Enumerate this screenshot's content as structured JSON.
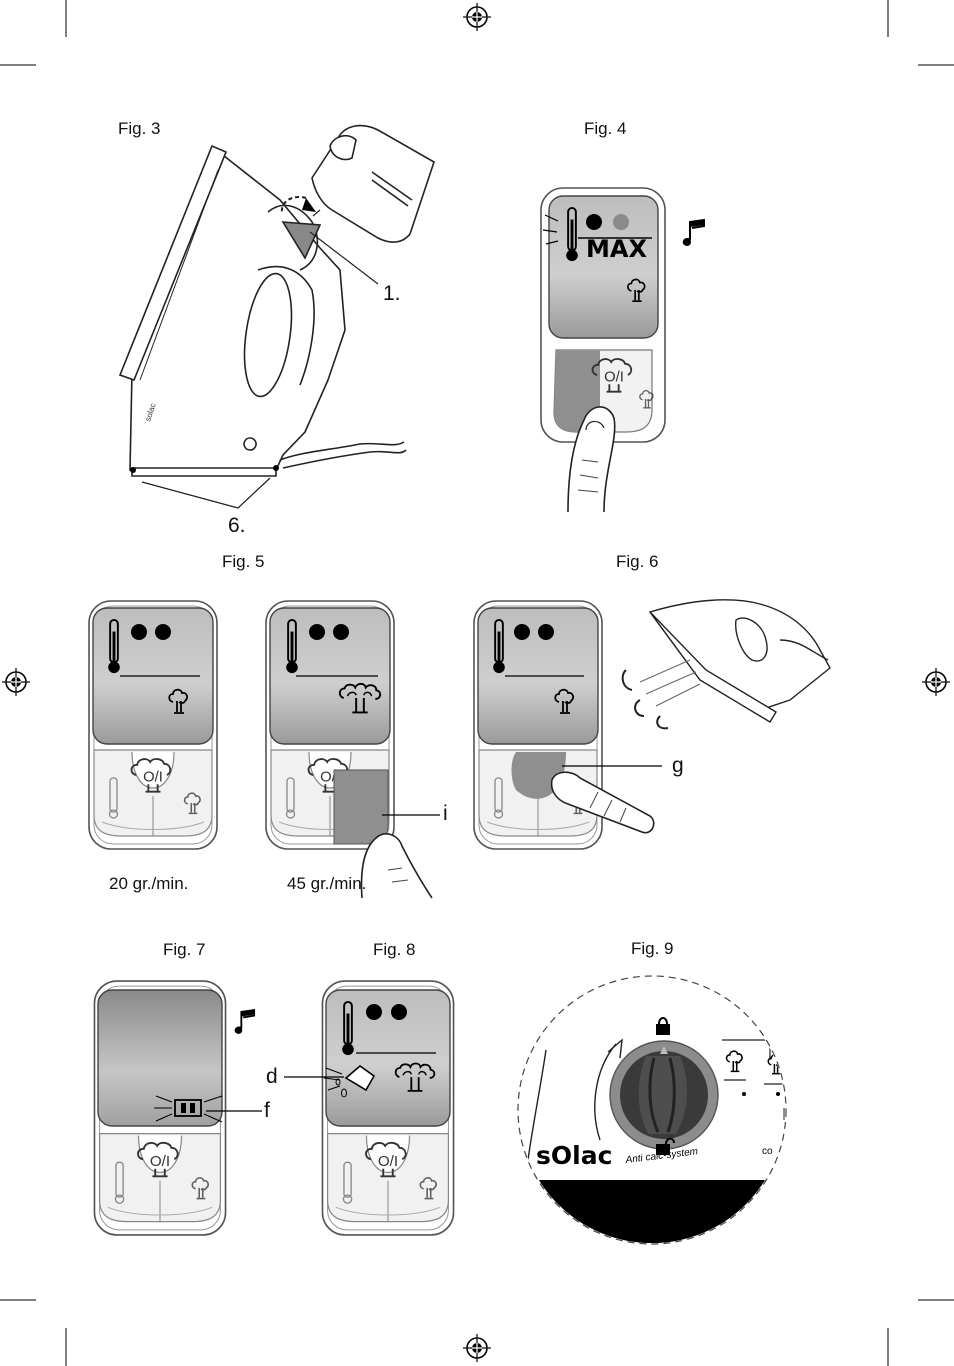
{
  "figures": {
    "fig3": {
      "title": "Fig. 3",
      "callout_1": "1.",
      "callout_6": "6.",
      "brand": "solac"
    },
    "fig4": {
      "title": "Fig. 4",
      "display_text": "MAX"
    },
    "fig5": {
      "title": "Fig. 5",
      "rate_low": "20 gr./min.",
      "rate_high": "45 gr./min.",
      "callout_i": "i"
    },
    "fig6": {
      "title": "Fig. 6",
      "callout_g": "g"
    },
    "fig7": {
      "title": "Fig. 7",
      "callout_f": "f"
    },
    "fig8": {
      "title": "Fig. 8",
      "callout_d": "d"
    },
    "fig9": {
      "title": "Fig. 9",
      "brand": "sOlac",
      "dial_label": "Anti calc-system",
      "edge_text": "co"
    }
  },
  "icons": [
    "thermometer-icon",
    "steam-icon",
    "steam-burst-icon",
    "power-button-icon",
    "music-note-icon",
    "water-drop-icon",
    "battery-icon",
    "lock-icon",
    "unlock-icon",
    "registration-mark-icon"
  ]
}
